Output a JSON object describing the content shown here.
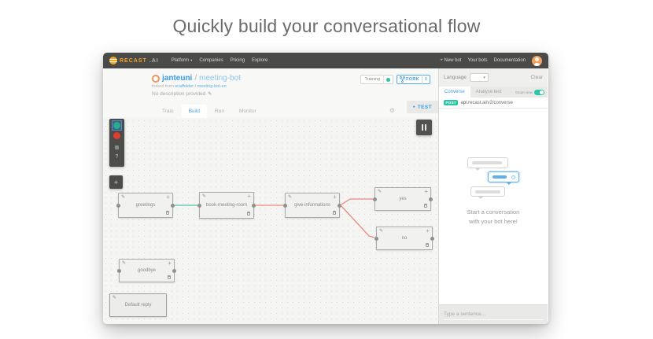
{
  "hero": {
    "title": "Quickly build your conversational flow"
  },
  "navbar": {
    "brand": {
      "name": "RECAST",
      "suffix": ".AI"
    },
    "menu": [
      "Platform",
      "Companies",
      "Pricing",
      "Explore"
    ],
    "actions": [
      "+ New bot",
      "Your bots",
      "Documentation"
    ]
  },
  "bot_header": {
    "owner": "janteuni",
    "slash": "/",
    "bot_name": "meeting-bot",
    "forked_prefix": "forked from",
    "fork_owner": "scaffolder",
    "fork_slash": "/",
    "fork_name": "meeting-bot-en",
    "description": "No description provided",
    "training": {
      "label": "Training"
    },
    "fork": {
      "label": "FORK",
      "count": "0"
    },
    "test": {
      "label": "TEST"
    }
  },
  "build_tabs": [
    {
      "label": "Train",
      "active": false
    },
    {
      "label": "Build",
      "active": true
    },
    {
      "label": "Run",
      "active": false
    },
    {
      "label": "Monitor",
      "active": false
    }
  ],
  "canvas": {
    "nodes": [
      {
        "label": "greetings"
      },
      {
        "label": "book-meeting-room"
      },
      {
        "label": "give-informations"
      },
      {
        "label": "yes"
      },
      {
        "label": "no"
      },
      {
        "label": "goodbye"
      },
      {
        "label": "Default reply"
      }
    ],
    "connections": [
      {
        "from": "greetings",
        "to": "book-meeting-room",
        "color": "#52c5b0"
      },
      {
        "from": "book-meeting-room",
        "to": "give-informations",
        "color": "#f2897c"
      },
      {
        "from": "give-informations",
        "to": "yes",
        "color": "#f2897c"
      },
      {
        "from": "give-informations",
        "to": "no",
        "color": "#f2897c"
      }
    ]
  },
  "test_panel": {
    "language_label": "Language",
    "clear_label": "Clear",
    "tabs": [
      {
        "label": "Converse",
        "active": true
      },
      {
        "label": "Analyse text",
        "active": false
      }
    ],
    "smart_view_label": "Smart view",
    "endpoint": {
      "method": "POST",
      "url": "api.recast.ai/v2/converse"
    },
    "empty_line1": "Start a conversation",
    "empty_line2": "with your bot here!",
    "input_placeholder": "Type a sentence..."
  },
  "icons": {
    "edit": "✎",
    "move": "+",
    "gear": "⚙",
    "help": "?",
    "plus": "+",
    "dot": "●",
    "caret": "▾"
  },
  "colors": {
    "accent_blue": "#45a2e8",
    "accent_teal": "#2cc5a5",
    "accent_orange": "#f5a623",
    "navbar_bg": "#4a4a48",
    "connection_teal": "#52c5b0",
    "connection_red": "#f2897c"
  }
}
